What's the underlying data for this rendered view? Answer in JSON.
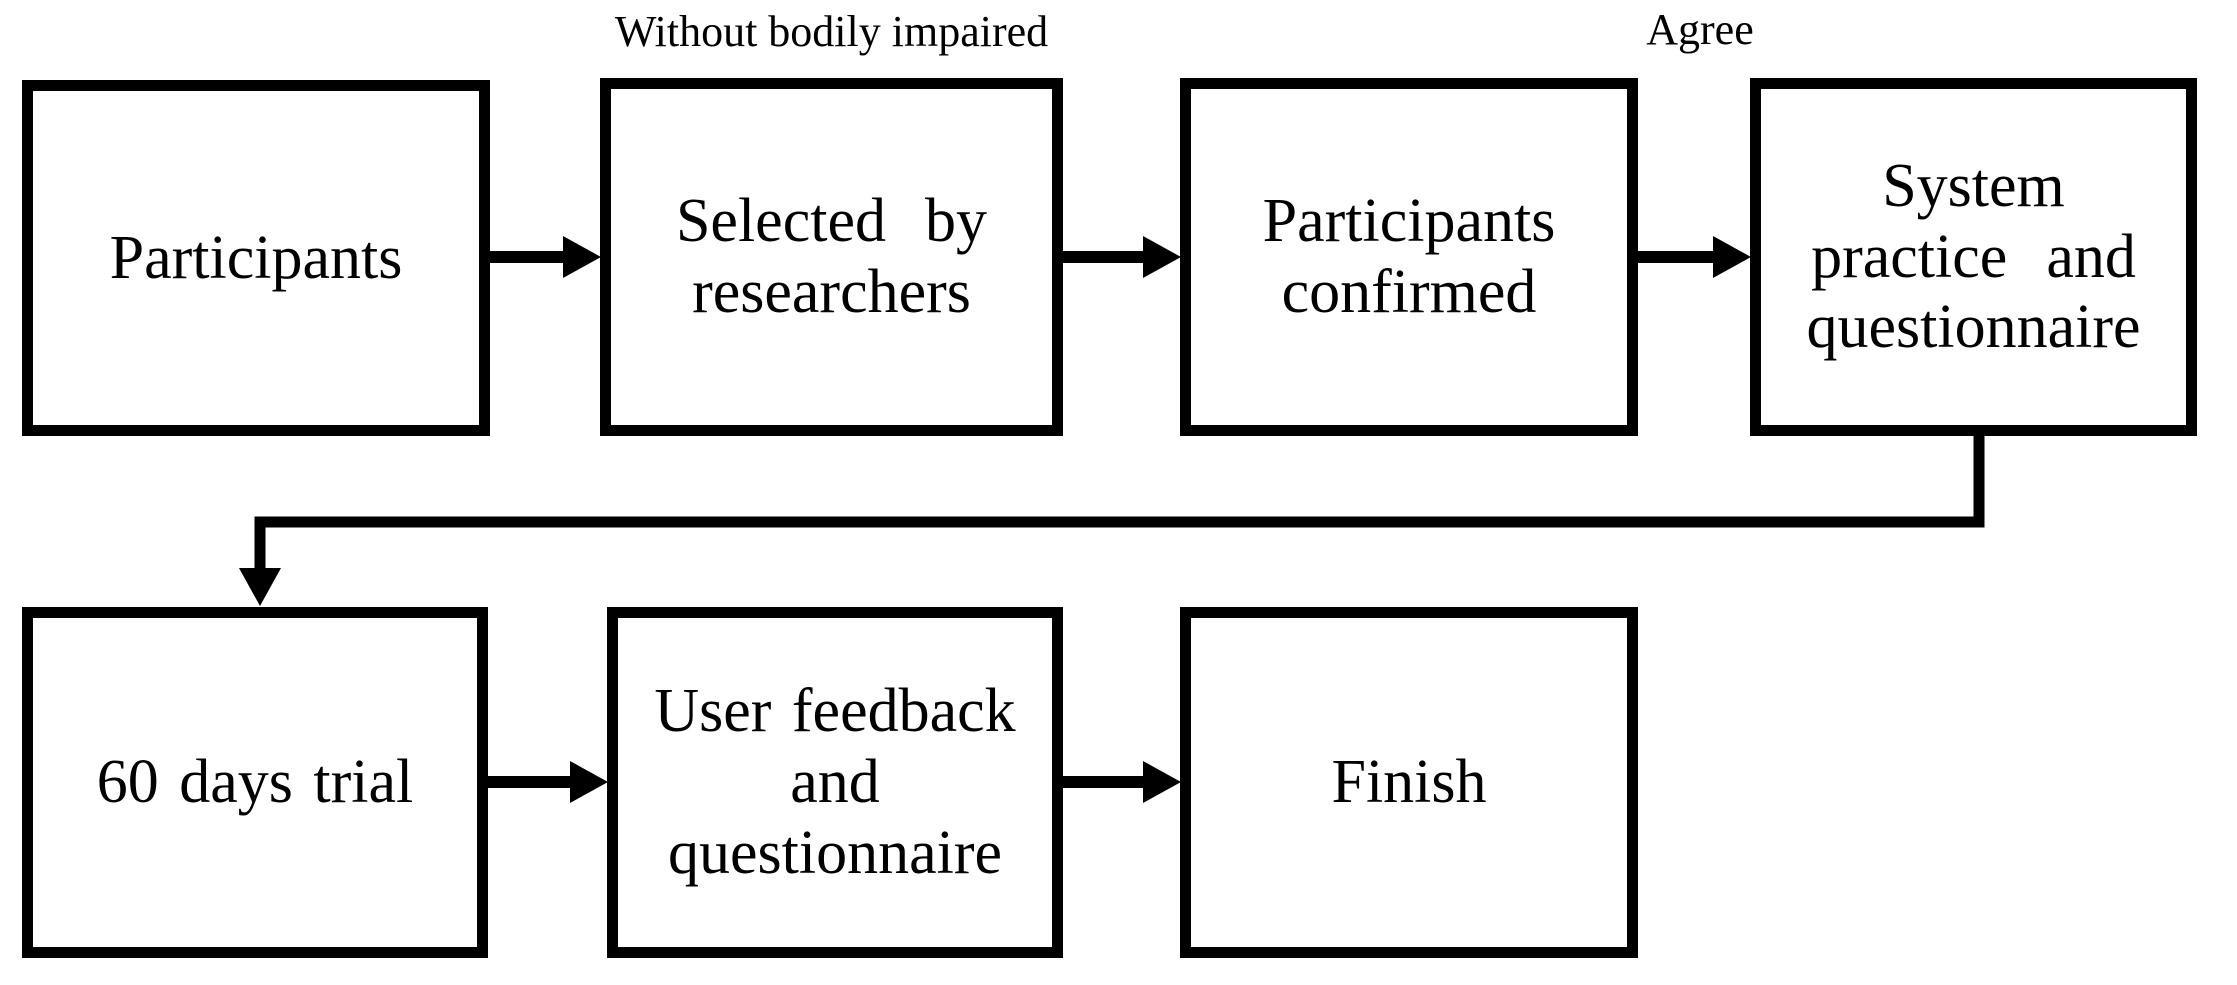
{
  "figure": {
    "type": "flowchart",
    "background_color": "#ffffff",
    "line_color": "#000000",
    "box_fill_color": "#ffffff",
    "text_color": "#000000",
    "nodes": [
      {
        "id": "participants",
        "label": "Participants"
      },
      {
        "id": "selected-by-researchers",
        "label": "Selected by\nresearchers"
      },
      {
        "id": "participants-confirmed",
        "label": "Participants\nconfirmed"
      },
      {
        "id": "system-practice",
        "label": "System\npractice and\nquestionnaire"
      },
      {
        "id": "60-days-trial",
        "label": "60 days trial"
      },
      {
        "id": "user-feedback",
        "label": "User feedback\nand\nquestionnaire"
      },
      {
        "id": "finish",
        "label": "Finish"
      }
    ],
    "edges": [
      {
        "from": "participants",
        "to": "selected-by-researchers",
        "label": ""
      },
      {
        "from": "selected-by-researchers",
        "to": "participants-confirmed",
        "label": "Without bodily impaired"
      },
      {
        "from": "participants-confirmed",
        "to": "system-practice",
        "label": "Agree"
      },
      {
        "from": "system-practice",
        "to": "60-days-trial",
        "label": ""
      },
      {
        "from": "60-days-trial",
        "to": "user-feedback",
        "label": ""
      },
      {
        "from": "user-feedback",
        "to": "finish",
        "label": ""
      }
    ],
    "annotations": {
      "without_bodily_impaired": "Without bodily impaired",
      "agree": "Agree"
    }
  }
}
